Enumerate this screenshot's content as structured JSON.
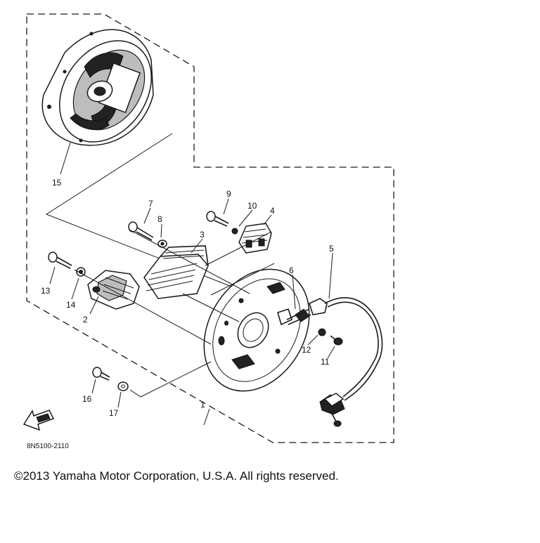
{
  "diagram": {
    "callouts": [
      "1",
      "2",
      "3",
      "4",
      "5",
      "6",
      "7",
      "8",
      "9",
      "10",
      "11",
      "12",
      "13",
      "14",
      "15",
      "16",
      "17"
    ],
    "diagram_code": "8N5100-2110",
    "copyright": "©2013 Yamaha Motor Corporation, U.S.A. All rights reserved."
  },
  "colors": {
    "line": "#1a1a1a",
    "background": "#ffffff"
  }
}
